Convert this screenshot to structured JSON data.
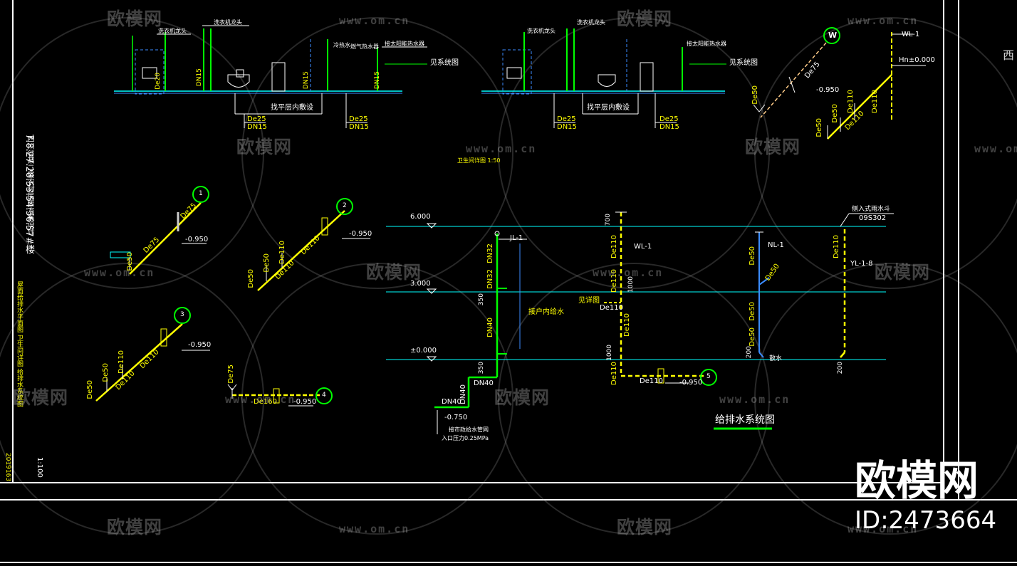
{
  "watermarks": {
    "brand": "欧模网",
    "url": "www.om.cn",
    "big_brand": "欧模网",
    "id_text": "ID:2473664"
  },
  "left_notes": {
    "project": "四川省某二层农村民居方案设计",
    "units": "7.8.27.28.53.54.56.57#楼",
    "sheet_title": "屋面给排水平面图    卫生间详图    给排水系统图",
    "scale": "1:100",
    "date": "2019163"
  },
  "right_edge_char": "西",
  "detail_left": {
    "label_top_1": "洗衣机龙头",
    "label_top_2": "洗衣机龙头",
    "label_right": "接太阳能热水器",
    "see_system": "见系统图",
    "lay_note": "找平层内敷设",
    "de20": "De20",
    "dn15_a": "DN15",
    "dn15_b": "DN15",
    "dn15_c": "DN15",
    "de25_a": "De25",
    "dn15_d": "DN15",
    "de25_b": "De25",
    "dn15_e": "DN15",
    "small_1": "冷热水",
    "small_2": "燃气热水器"
  },
  "detail_mid": {
    "label_top_1": "洗衣机龙头",
    "label_top_2": "洗衣机龙头",
    "label_right": "接太阳能热水器",
    "see_system": "见系统图",
    "lay_note": "找平层内敷设",
    "de25_a": "De25",
    "dn15_a": "DN15",
    "de25_b": "De25",
    "dn15_b": "DN15",
    "caption": "卫生间详图 1:50"
  },
  "wl_top_right": {
    "circle": "W",
    "wl1": "WL-1",
    "hn": "Hn±0.000",
    "de75": "De75",
    "m0950": "-0.950",
    "de50_a": "De50",
    "de110_a": "De110",
    "de110_b": "De110",
    "de50_b": "De50",
    "de50_c": "De50",
    "de110_c": "De110"
  },
  "iso_1": {
    "circle": "1",
    "de75_a": "De75",
    "de75_b": "De75",
    "de50": "De50",
    "m0950": "-0.950"
  },
  "iso_2": {
    "circle": "2",
    "de50_a": "De50",
    "de50_b": "De50",
    "de110_a": "De110",
    "de110_b": "De110",
    "de110_c": "De110",
    "m0950": "-0.950"
  },
  "iso_3": {
    "circle": "3",
    "de50_a": "De50",
    "de50_b": "De50",
    "de110_a": "De110",
    "de110_b": "De110",
    "de110_c": "De110",
    "m0950": "-0.950"
  },
  "iso_4": {
    "circle": "4",
    "de75": "De75",
    "de160": "De160",
    "m0950": "-0.950"
  },
  "system": {
    "lvl_6": "6.000",
    "lvl_3": "3.000",
    "lvl_0": "±0.000",
    "jl1": "JL-1",
    "dn32_a": "DN32",
    "dn32_b": "DN32",
    "dn40_a": "DN40",
    "dn40_b": "DN40",
    "dn40_c": "DN40",
    "dn40_d": "DN40",
    "dim350_a": "350",
    "dim350_b": "350",
    "supply_note": "接户内给水",
    "m0750": "-0.750",
    "pipe_note": "接市政给水管网",
    "pressure": "入口压力0.25MPa",
    "wl1": "WL-1",
    "dim700": "700",
    "de110_a": "De110",
    "de110_b": "De110",
    "dim1000_a": "1000",
    "see_detail": "见详图",
    "de110_c": "De110",
    "de110_d": "De110",
    "dim1000_b": "1000",
    "de110_e": "De110",
    "de110_f": "De110",
    "m0950": "-0.950",
    "circle": "5",
    "nl1": "NL-1",
    "de50_a": "De50",
    "de50_b": "De50",
    "de50_c": "De50",
    "de50_d": "De50",
    "dim200_a": "200",
    "drain": "散水",
    "rain_note": "侧入式雨水斗",
    "rain_std": "09S302",
    "yl": "YL-1-8",
    "de110_g": "De110",
    "dim200_b": "200",
    "title": "给排水系统图"
  }
}
